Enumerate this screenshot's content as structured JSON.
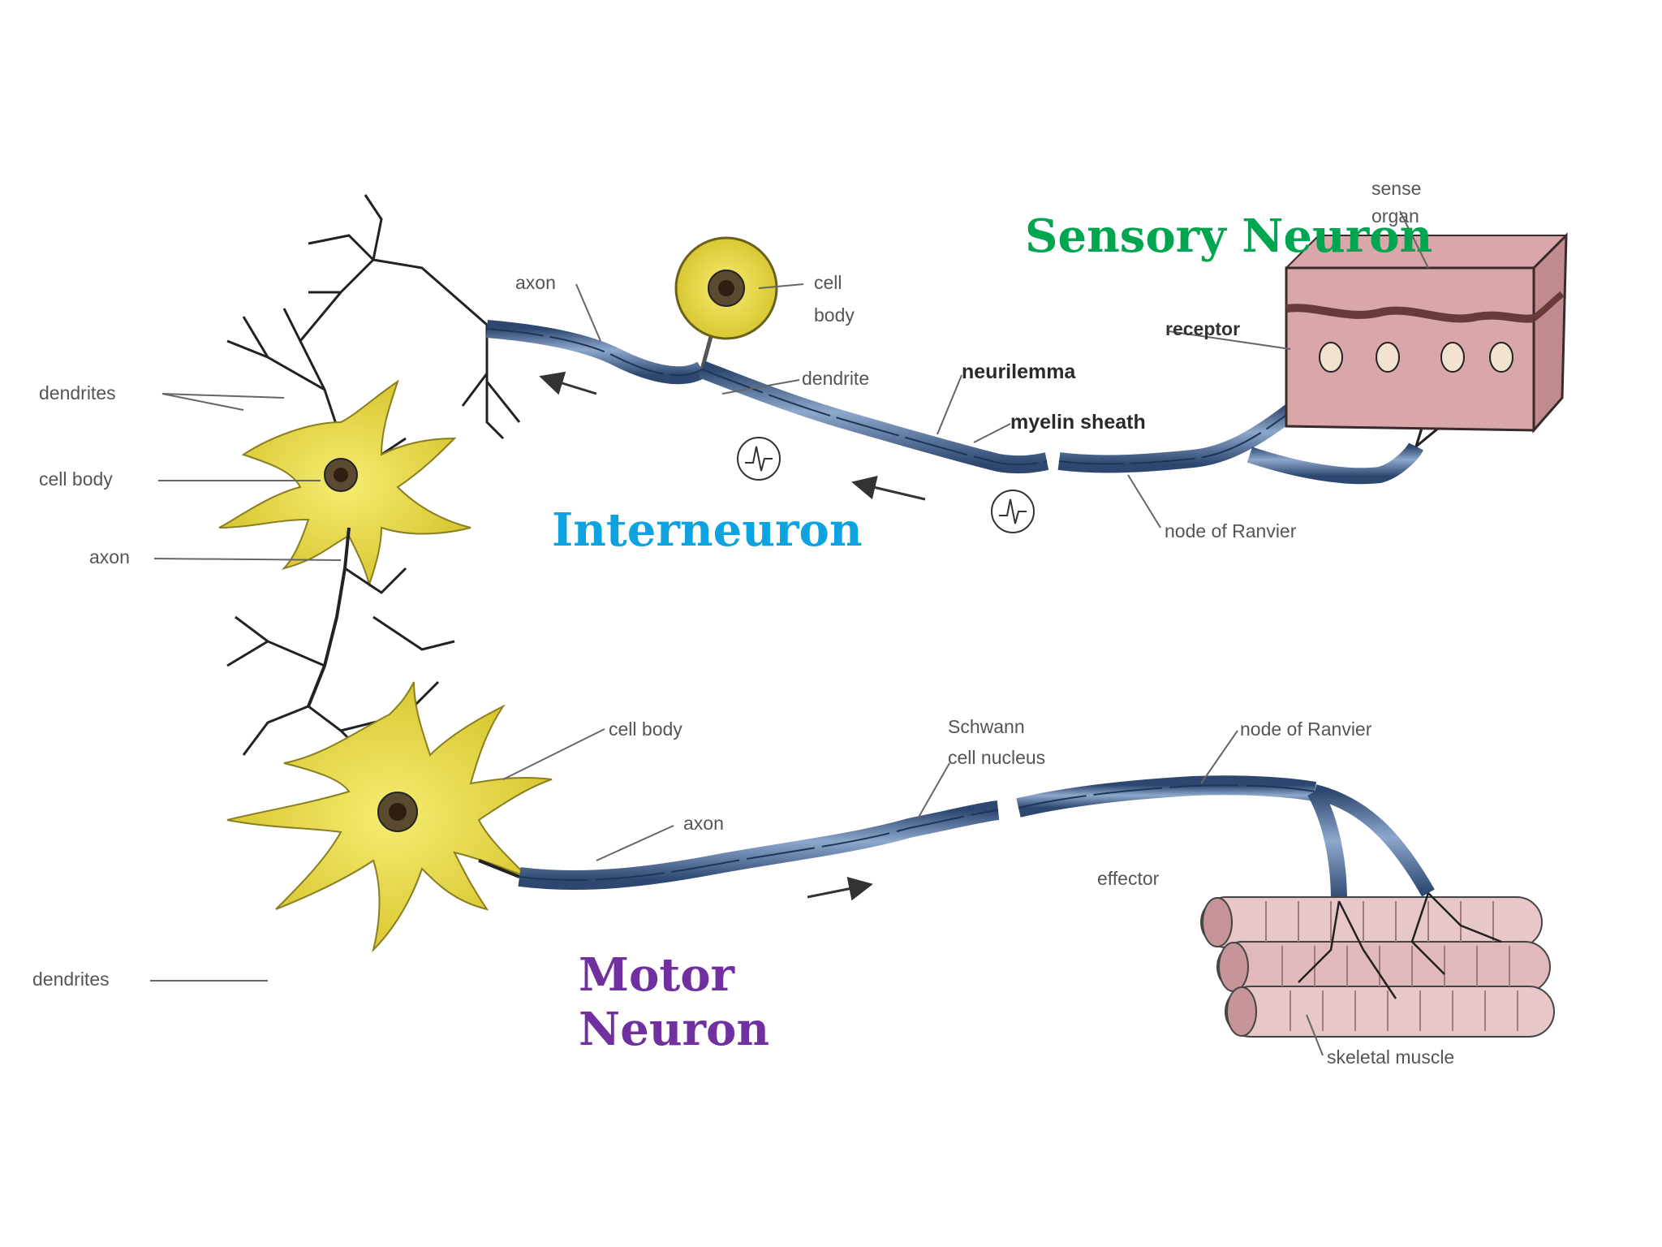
{
  "titles": {
    "sensory": "Sensory Neuron",
    "interneuron": "Interneuron",
    "motor": "Motor Neuron"
  },
  "labels": {
    "dendrites_top": "dendrites",
    "cell_body_left": "cell body",
    "axon_left": "axon",
    "dendrites_bottom": "dendrites",
    "axon_top": "axon",
    "cell_body_top_line1": "cell",
    "cell_body_top_line2": "body",
    "dendrite": "dendrite",
    "neurilemma": "neurilemma",
    "myelin_sheath": "myelin sheath",
    "receptor": "receptor",
    "sense_organ_line1": "sense",
    "sense_organ_line2": "organ",
    "node_of_ranvier_top": "node of Ranvier",
    "cell_body_motor": "cell body",
    "axon_motor": "axon",
    "schwann_line1": "Schwann",
    "schwann_line2": "cell nucleus",
    "node_of_ranvier_bottom": "node of Ranvier",
    "effector": "effector",
    "skeletal_muscle": "skeletal muscle"
  },
  "colors": {
    "sensory_title": "#00a550",
    "interneuron_title": "#0da2e0",
    "motor_title": "#7030a0",
    "cell_body_fill": "#efe24a",
    "axon_fill": "#4a6590",
    "skin_fill": "#d9a7aa",
    "muscle_fill": "#e8c7c9"
  },
  "icons": [
    "impulse-symbol-icon",
    "arrow-left-icon",
    "arrow-right-icon"
  ]
}
